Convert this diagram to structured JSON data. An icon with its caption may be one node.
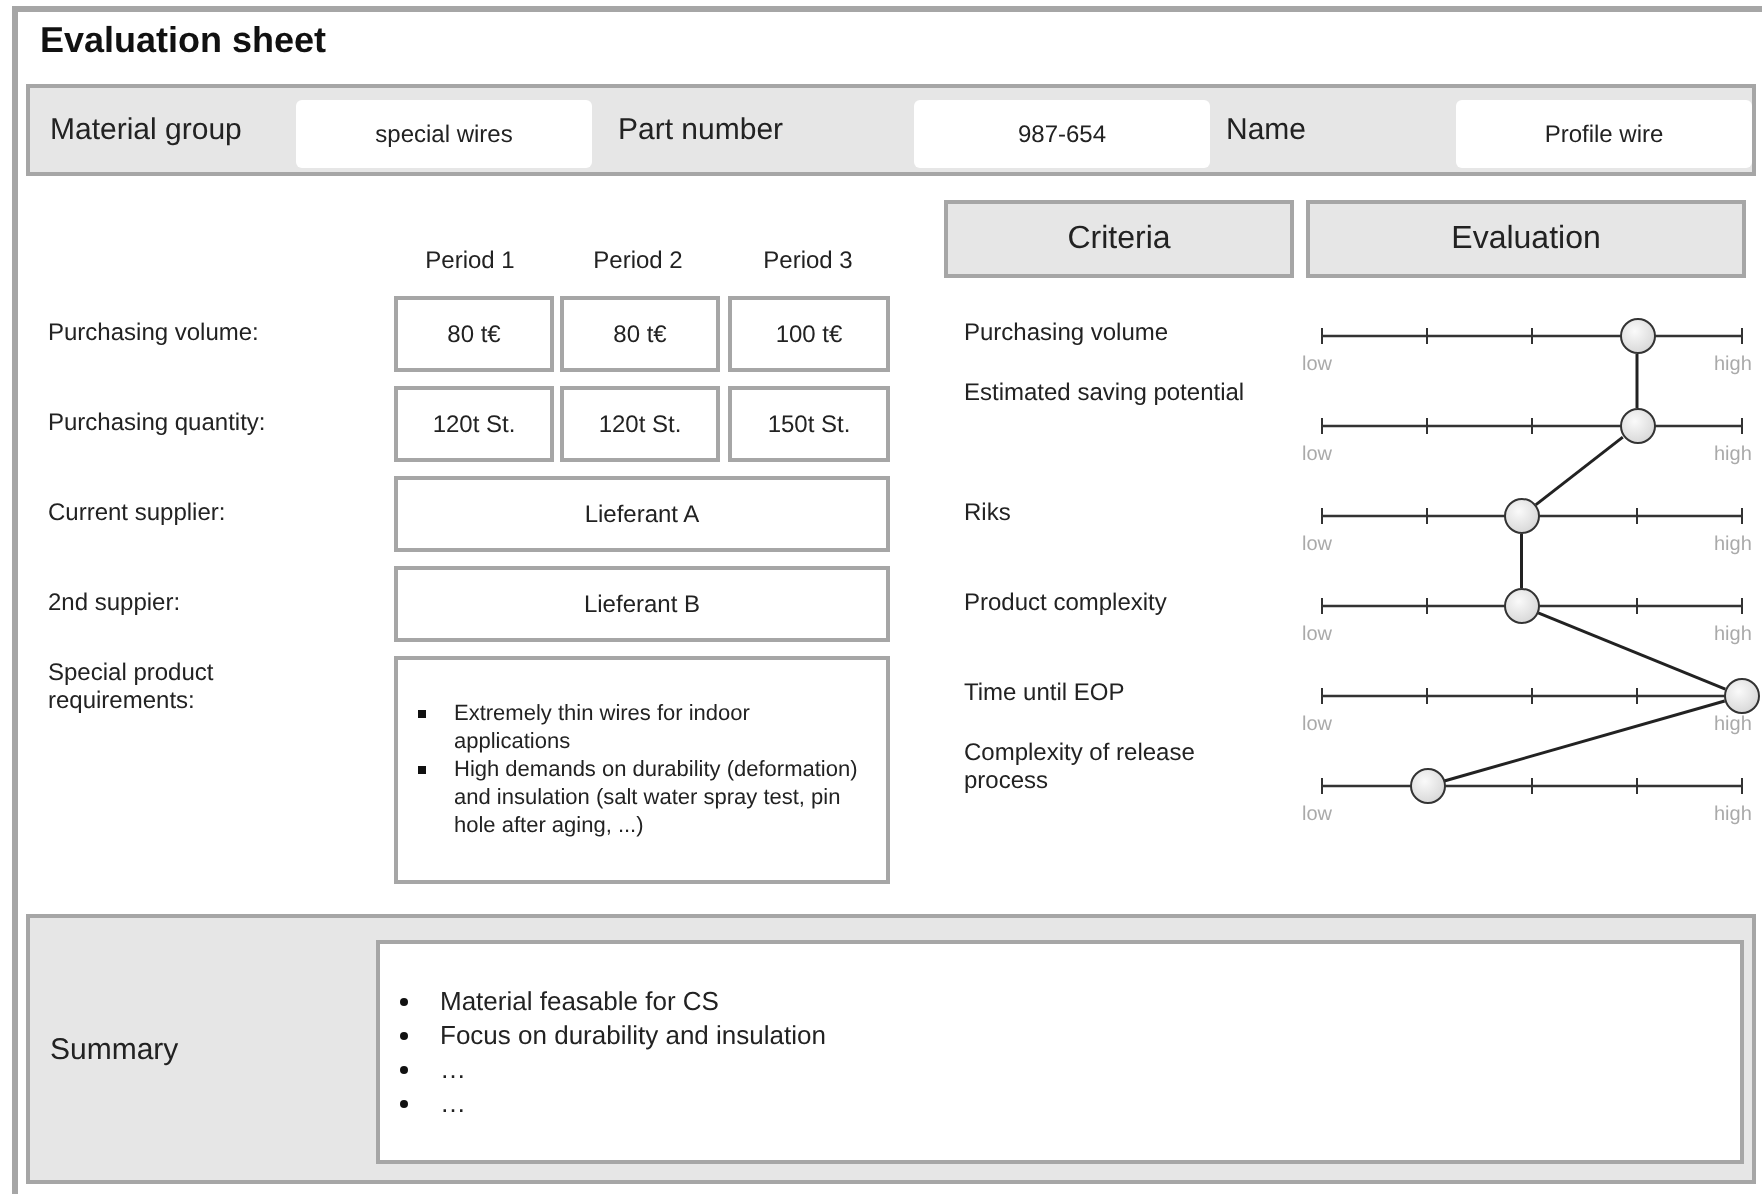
{
  "diagram": {
    "title": "Evaluation sheet",
    "nodes": [
      {
        "text": [
          "Material group",
          "Part number",
          "Name"
        ]
      },
      {
        "text": [
          "special wires"
        ],
        "in": 0
      },
      {
        "text": [
          "987-654"
        ],
        "in": 0
      },
      {
        "text": [
          "Profile wire"
        ],
        "in": 0
      },
      {
        "text": [
          "80 t€"
        ]
      },
      {
        "text": [
          "80 t€"
        ]
      },
      {
        "text": [
          "100 t€"
        ]
      },
      {
        "text": [
          "120t St."
        ]
      },
      {
        "text": [
          "120t St."
        ]
      },
      {
        "text": [
          "150t St."
        ]
      },
      {
        "text": [
          "Lieferant A"
        ]
      },
      {
        "text": [
          "Lieferant B"
        ]
      },
      {
        "text": [
          "Extremely thin wires for indoor applications",
          "High demands on durability (deformation) and insulation (salt water spray test, pin hole after aging, ...)"
        ]
      },
      {
        "text": [
          "Criteria"
        ]
      },
      {
        "text": [
          "Evaluation"
        ]
      },
      {
        "text": [],
        "shape": "circle"
      },
      {
        "text": [],
        "shape": "circle"
      },
      {
        "text": [],
        "shape": "circle"
      },
      {
        "text": [],
        "shape": "circle"
      },
      {
        "text": [],
        "shape": "circle"
      },
      {
        "text": [],
        "shape": "circle"
      },
      {
        "text": [
          "Summary"
        ]
      },
      {
        "text": [
          "Material feasable for CS",
          "Focus on durability and insulation",
          "…",
          "…"
        ],
        "in": 21
      }
    ],
    "edges": [
      {
        "from": 15,
        "to": 16,
        "arrow": "none"
      },
      {
        "from": 16,
        "to": 17,
        "arrow": "none"
      },
      {
        "from": 17,
        "to": 18,
        "arrow": "none"
      },
      {
        "from": 18,
        "to": 19,
        "arrow": "none"
      },
      {
        "from": 19,
        "to": 20,
        "arrow": "none"
      }
    ],
    "labels": [
      "Period 1",
      "Period 2",
      "Period 3",
      "Purchasing volume:",
      "Purchasing quantity:",
      "Current supplier:",
      "2nd suppier:",
      "Special product requirements:",
      "Purchasing volume",
      "low",
      "high",
      "Estimated saving potential",
      "low",
      "high",
      "Riks",
      "low",
      "high",
      "Product complexity",
      "low",
      "high",
      "Time until EOP",
      "low",
      "high",
      "Complexity of release process",
      "low",
      "high"
    ]
  }
}
